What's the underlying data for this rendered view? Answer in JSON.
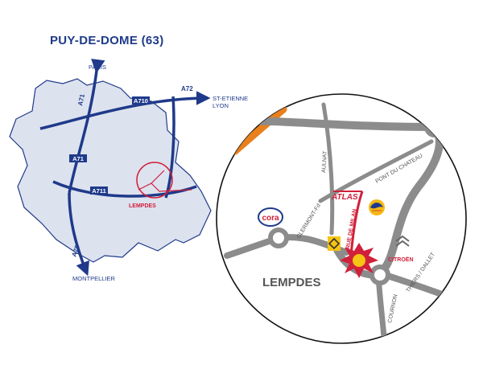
{
  "title": "PUY-DE-DOME (63)",
  "colors": {
    "primary_blue": "#1f3a8a",
    "region_fill": "#dde2ef",
    "accent_red": "#d1203a",
    "road_gray": "#8c8c8c",
    "motorway_orange": "#e8801e"
  },
  "overview_map": {
    "destinations": {
      "north": "PARIS",
      "east_1": "ST-ETIENNE",
      "east_2": "LYON",
      "south": "MONTPELLIER"
    },
    "road_labels": {
      "a71_north": "A71",
      "a710": "A710",
      "a72": "A72",
      "a71_center": "A71",
      "a711": "A711",
      "a75": "A75"
    },
    "town": "LEMPDES"
  },
  "detail_map": {
    "town": "LEMPDES",
    "roads": {
      "aulnat": "AULNAT",
      "pont_du_chateau": "PONT DU CHATEAU",
      "clermont_fd": "CLERMONT-Fd",
      "rue_de_milan": "RUE DE MILAN",
      "thiers_dallet": "THIERS / DALLET",
      "cournon": "COURNON"
    },
    "businesses": {
      "atlas": "ATLAS",
      "cora": "cora",
      "citroen": "CITROËN",
      "renault_icon": "renault-logo",
      "total_icon": "total-logo",
      "highlighted_business": "store-label"
    }
  }
}
